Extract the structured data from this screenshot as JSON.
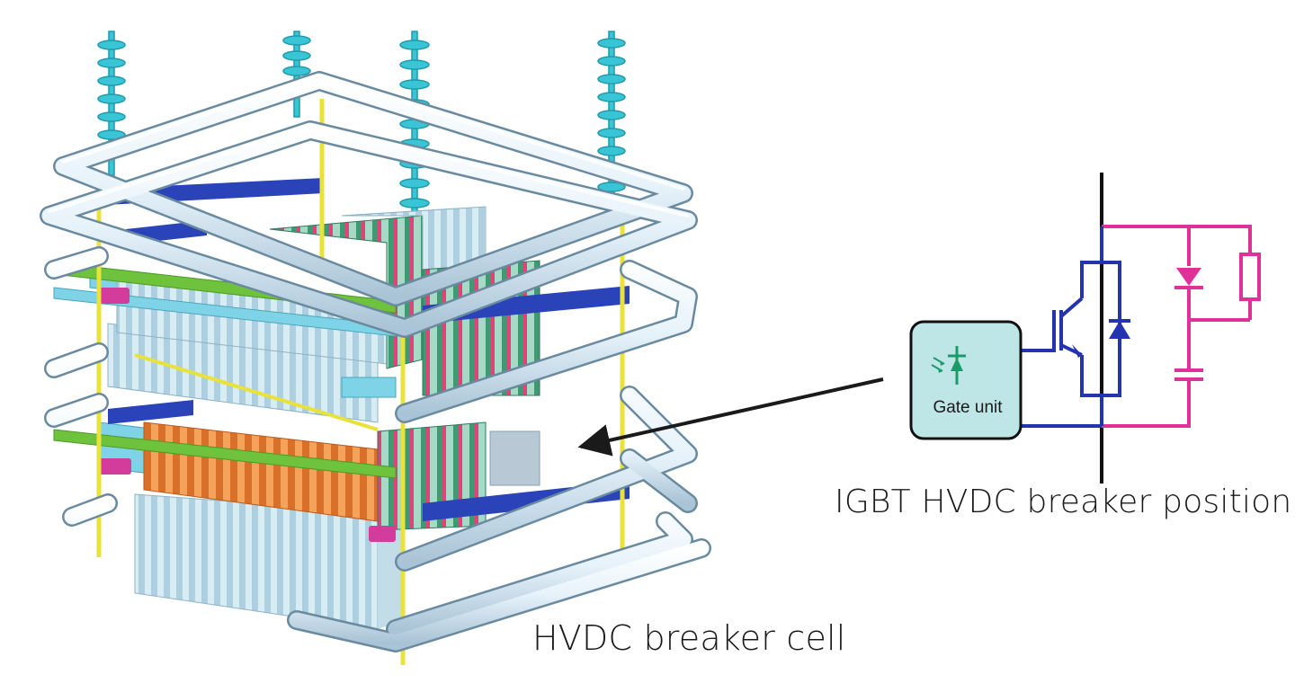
{
  "labels": {
    "cell_caption": "HVDC breaker cell",
    "position_caption": "IGBT HVDC breaker position",
    "gate_unit": "Gate unit"
  },
  "colors": {
    "pipe": "#eaf4fb",
    "pipe_edge": "#6a8aa0",
    "insulator": "#39c5d6",
    "rod": "#e8e23a",
    "blue_bar": "#2b43b8",
    "green_bar": "#6fc23b",
    "cyan_plate": "#7fd3e6",
    "heatsink": "#cfe6f0",
    "orange_cap": "#f08a33",
    "magenta": "#d43c9c",
    "circuit_blue": "#2433b0",
    "circuit_pink": "#e0309a",
    "gate_fill": "#bfe6e6",
    "gate_icon": "#1c9a6a",
    "arrow": "#1a1a1a"
  },
  "icons": {
    "gate_symbol": "photo-diode-icon"
  }
}
